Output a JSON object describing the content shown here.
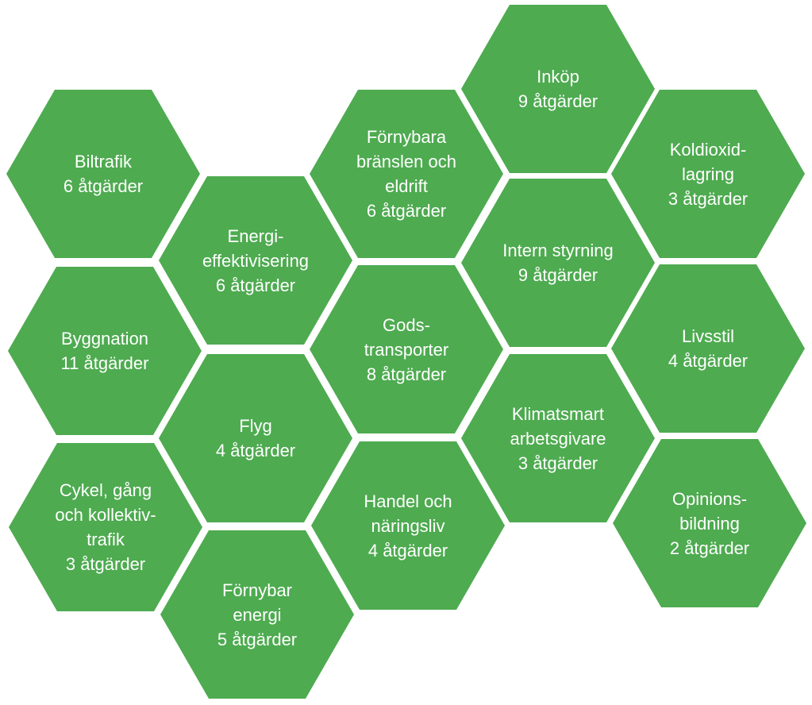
{
  "colors": {
    "hex_fill": "#4eab50",
    "text": "#ffffff",
    "background": "#ffffff"
  },
  "hexagons": [
    {
      "id": "biltrafik",
      "lines": [
        "Biltrafik",
        "6 åtgärder"
      ]
    },
    {
      "id": "energieffektivisering",
      "lines": [
        "Energi-",
        "effektivisering",
        "6 åtgärder"
      ]
    },
    {
      "id": "byggnation",
      "lines": [
        "Byggnation",
        "11 åtgärder"
      ]
    },
    {
      "id": "flyg",
      "lines": [
        "Flyg",
        "4 åtgärder"
      ]
    },
    {
      "id": "cykel",
      "lines": [
        "Cykel, gång",
        "och kollektiv-",
        "trafik",
        "3 åtgärder"
      ]
    },
    {
      "id": "fornybar-energi",
      "lines": [
        "Förnybar",
        "energi",
        "5 åtgärder"
      ]
    },
    {
      "id": "fornybara-branslen",
      "lines": [
        "Förnybara",
        "bränslen och",
        "eldrift",
        "6 åtgärder"
      ]
    },
    {
      "id": "godstransporter",
      "lines": [
        "Gods-",
        "transporter",
        "8 åtgärder"
      ]
    },
    {
      "id": "handel",
      "lines": [
        "Handel och",
        "näringsliv",
        "4 åtgärder"
      ]
    },
    {
      "id": "inkop",
      "lines": [
        "Inköp",
        "9 åtgärder"
      ]
    },
    {
      "id": "intern-styrning",
      "lines": [
        "Intern styrning",
        "9 åtgärder"
      ]
    },
    {
      "id": "klimatsmart",
      "lines": [
        "Klimatsmart",
        "arbetsgivare",
        "3 åtgärder"
      ]
    },
    {
      "id": "koldioxidlagring",
      "lines": [
        "Koldioxid-",
        "lagring",
        "3 åtgärder"
      ]
    },
    {
      "id": "livsstil",
      "lines": [
        "Livsstil",
        "4 åtgärder"
      ]
    },
    {
      "id": "opinionsbildning",
      "lines": [
        "Opinions-",
        "bildning",
        "2 åtgärder"
      ]
    }
  ]
}
